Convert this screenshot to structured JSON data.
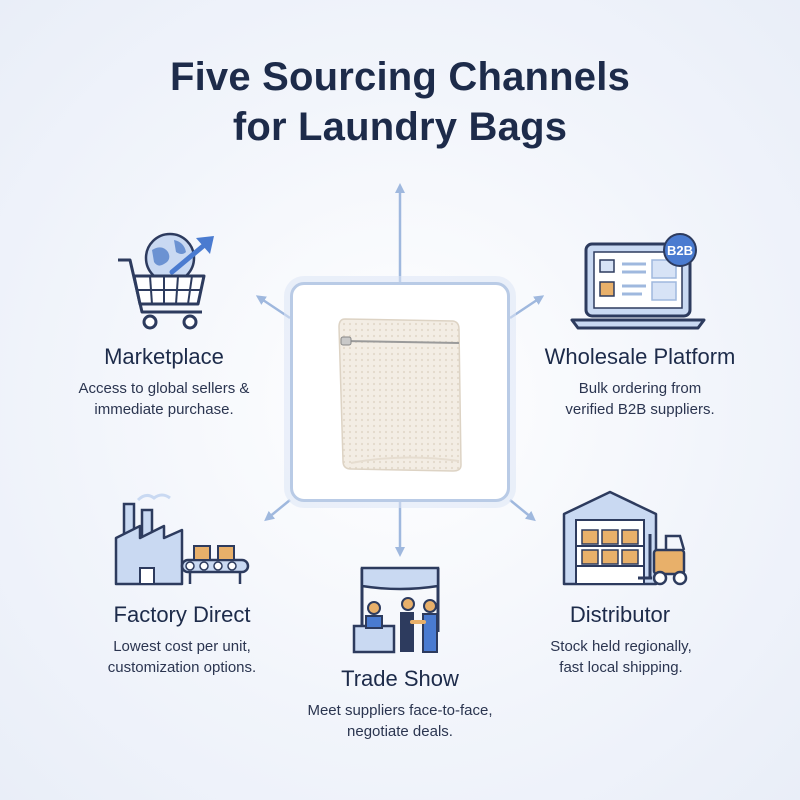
{
  "title": {
    "line1": "Five Sourcing Channels",
    "line2": "for Laundry Bags"
  },
  "center": {
    "icon": "mesh-laundry-bag"
  },
  "colors": {
    "accent": "#4a7bd0",
    "outline": "#2d3b5e",
    "light_blue": "#c9d9f2",
    "arrow": "#9fb8de"
  },
  "channels": {
    "marketplace": {
      "label": "Marketplace",
      "desc": [
        "Access to global sellers &",
        "immediate purchase."
      ],
      "icon": "shopping-cart-globe-icon"
    },
    "wholesale": {
      "label": "Wholesale Platform",
      "desc": [
        "Bulk ordering from",
        "verified B2B suppliers."
      ],
      "icon": "laptop-b2b-icon",
      "badge": "B2B"
    },
    "factory": {
      "label": "Factory Direct",
      "desc": [
        "Lowest cost per unit,",
        "customization options."
      ],
      "icon": "factory-conveyor-icon"
    },
    "tradeshow": {
      "label": "Trade Show",
      "desc": [
        "Meet suppliers face-to-face,",
        "negotiate deals."
      ],
      "icon": "trade-show-booth-icon"
    },
    "distributor": {
      "label": "Distributor",
      "desc": [
        "Stock held regionally,",
        "fast local shipping."
      ],
      "icon": "warehouse-forklift-icon"
    }
  }
}
